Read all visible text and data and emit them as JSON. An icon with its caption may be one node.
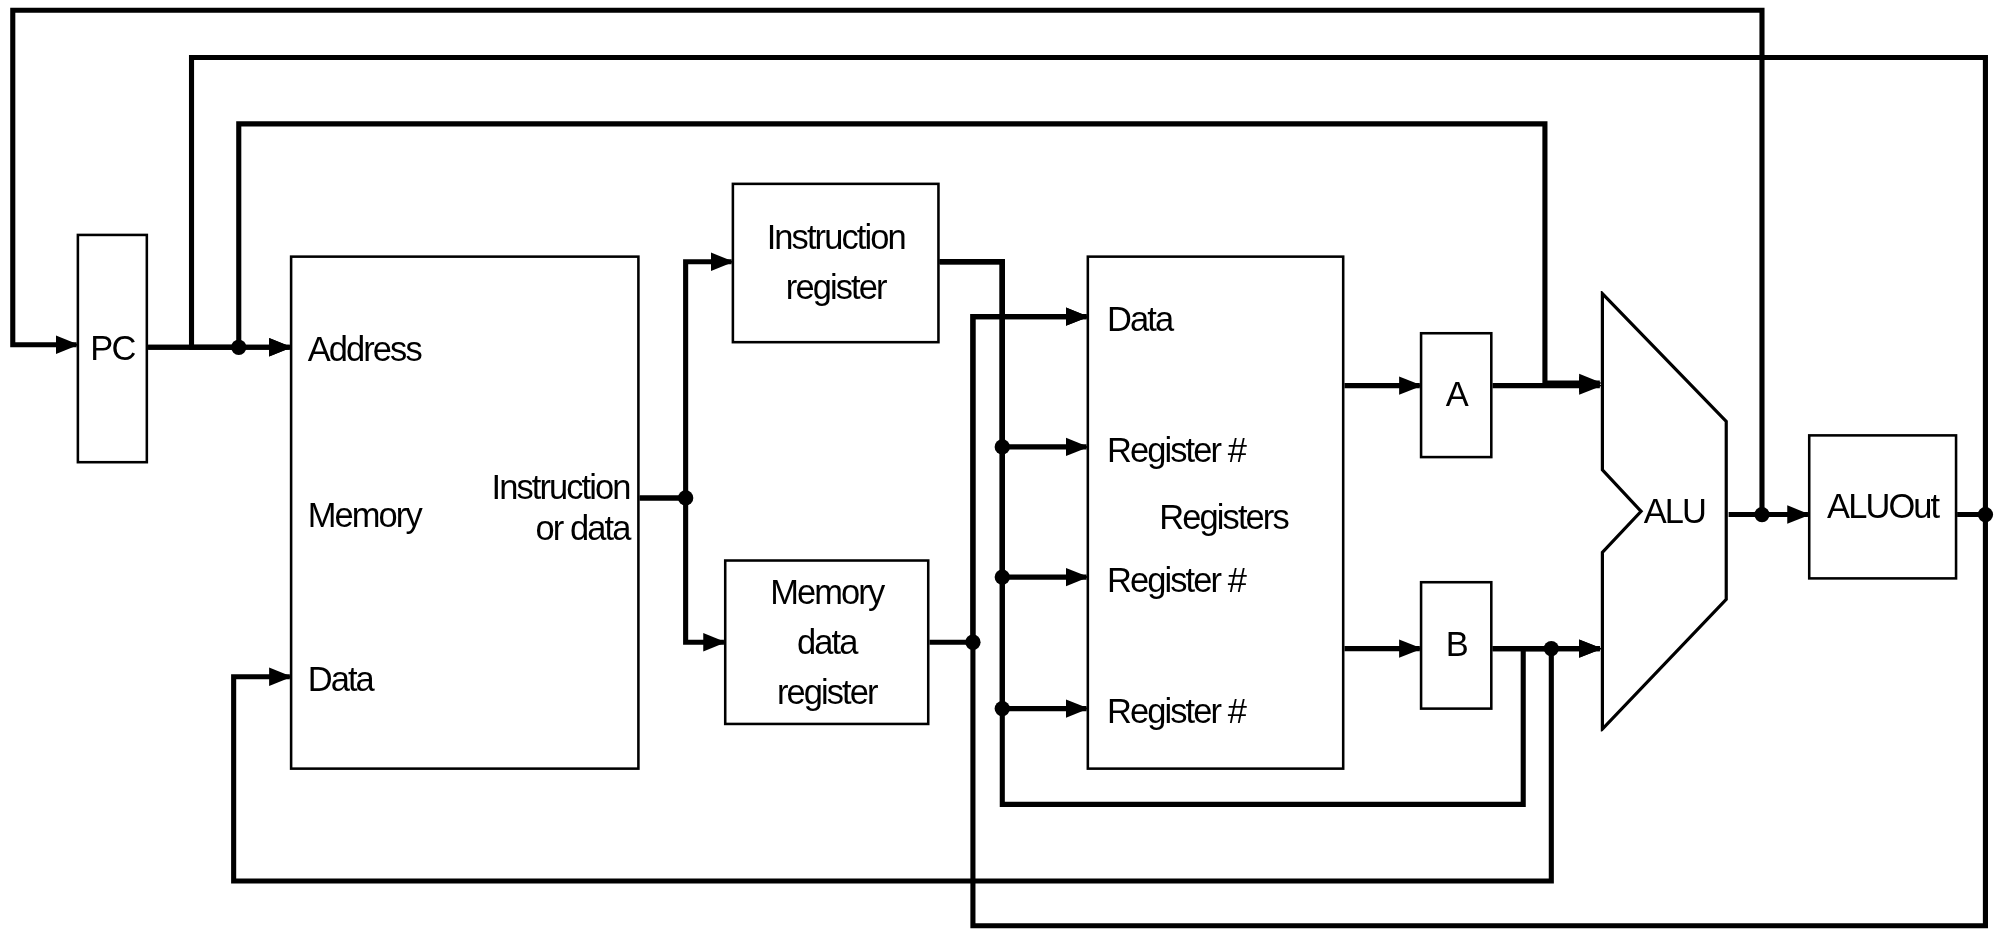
{
  "diagram": {
    "nodes": [
      {
        "text": [
          "PC"
        ]
      },
      {
        "text": [
          "Address",
          "Memory",
          "Instruction or data",
          "Data"
        ]
      },
      {
        "text": [
          "Instruction register"
        ]
      },
      {
        "text": [
          "Memory data register"
        ]
      },
      {
        "text": [
          "Data",
          "Register #",
          "Registers",
          "Register #",
          "Register #"
        ]
      },
      {
        "text": [
          "A"
        ]
      },
      {
        "text": [
          "B"
        ]
      },
      {
        "text": [
          "ALU"
        ]
      },
      {
        "text": [
          "ALUOut"
        ]
      }
    ],
    "edges": [
      {
        "from": 7,
        "to": 0,
        "arrow": "to"
      },
      {
        "from": 8,
        "to": 1,
        "arrow": "to"
      },
      {
        "from": 0,
        "to": 1,
        "arrow": "to"
      },
      {
        "from": 0,
        "to": 7,
        "arrow": "to"
      },
      {
        "from": 1,
        "to": 2,
        "arrow": "to"
      },
      {
        "from": 1,
        "to": 3,
        "arrow": "to"
      },
      {
        "from": 2,
        "to": 4,
        "arrow": "to"
      },
      {
        "from": 2,
        "to": 4,
        "arrow": "to"
      },
      {
        "from": 2,
        "to": 4,
        "arrow": "to"
      },
      {
        "from": 2,
        "to": 7,
        "arrow": "to"
      },
      {
        "from": 3,
        "to": 4,
        "arrow": "to"
      },
      {
        "from": 8,
        "to": 4,
        "arrow": "to"
      },
      {
        "from": 4,
        "to": 5,
        "arrow": "to"
      },
      {
        "from": 4,
        "to": 6,
        "arrow": "to"
      },
      {
        "from": 5,
        "to": 7,
        "arrow": "to"
      },
      {
        "from": 6,
        "to": 7,
        "arrow": "to"
      },
      {
        "from": 6,
        "to": 1,
        "arrow": "to"
      },
      {
        "from": 7,
        "to": 8,
        "arrow": "to"
      }
    ]
  }
}
